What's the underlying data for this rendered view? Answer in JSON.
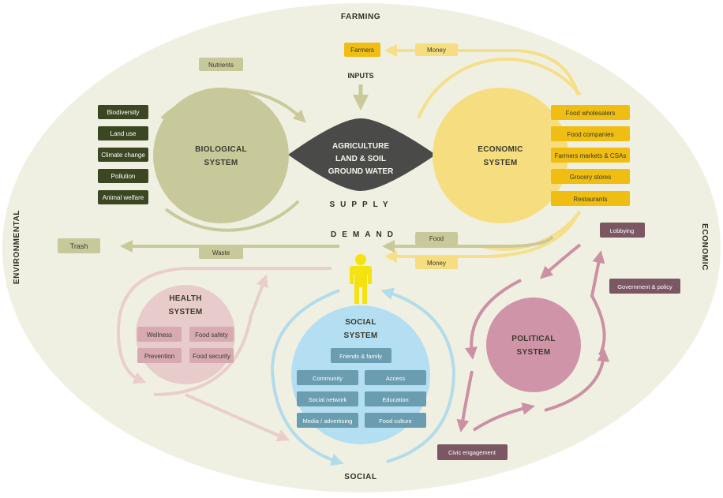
{
  "edges": {
    "top": "FARMING",
    "left": "ENVIRONMENTAL",
    "right": "ECONOMIC",
    "bottom": "SOCIAL"
  },
  "center": {
    "line1": "AGRICULTURE",
    "line2": "LAND & SOIL",
    "line3": "GROUND WATER",
    "inputs": "INPUTS",
    "supply": "SUPPLY",
    "demand": "DEMAND"
  },
  "biological": {
    "title1": "BIOLOGICAL",
    "title2": "SYSTEM",
    "factors": [
      "Biodiversity",
      "Land use",
      "Climate change",
      "Pollution",
      "Animal welfare"
    ],
    "nutrients": "Nutrients",
    "waste": "Waste",
    "trash": "Trash"
  },
  "economic": {
    "title1": "ECONOMIC",
    "title2": "SYSTEM",
    "actors": [
      "Food wholesalers",
      "Food companies",
      "Farmers markets & CSAs",
      "Grocery stores",
      "Restaurants"
    ],
    "farmers": "Farmers",
    "money_top": "Money",
    "food": "Food",
    "money_bottom": "Money"
  },
  "health": {
    "title1": "HEALTH",
    "title2": "SYSTEM",
    "items": [
      "Wellness",
      "Food safety",
      "Prevention",
      "Food security"
    ]
  },
  "social": {
    "title1": "SOCIAL",
    "title2": "SYSTEM",
    "friends": "Friends & family",
    "items": [
      "Community",
      "Access",
      "Social network",
      "Education",
      "Media / advertising",
      "Food culture"
    ]
  },
  "political": {
    "title1": "POLITICAL",
    "title2": "SYSTEM",
    "lobbying": "Lobbying",
    "government": "Government & policy",
    "civic": "Civic engagement"
  },
  "colors": {
    "background": "#f0f0e2",
    "biological": "#c8c99a",
    "biological_dark": "#3b4622",
    "economic": "#f6dd80",
    "economic_dark": "#f0be12",
    "center": "#4a4a48",
    "health": "#e7cccb",
    "health_box": "#d6aab0",
    "social": "#b4def1",
    "social_box": "#6a9db0",
    "political": "#cf94a7",
    "political_dark": "#7b5663",
    "person": "#f5e211"
  }
}
